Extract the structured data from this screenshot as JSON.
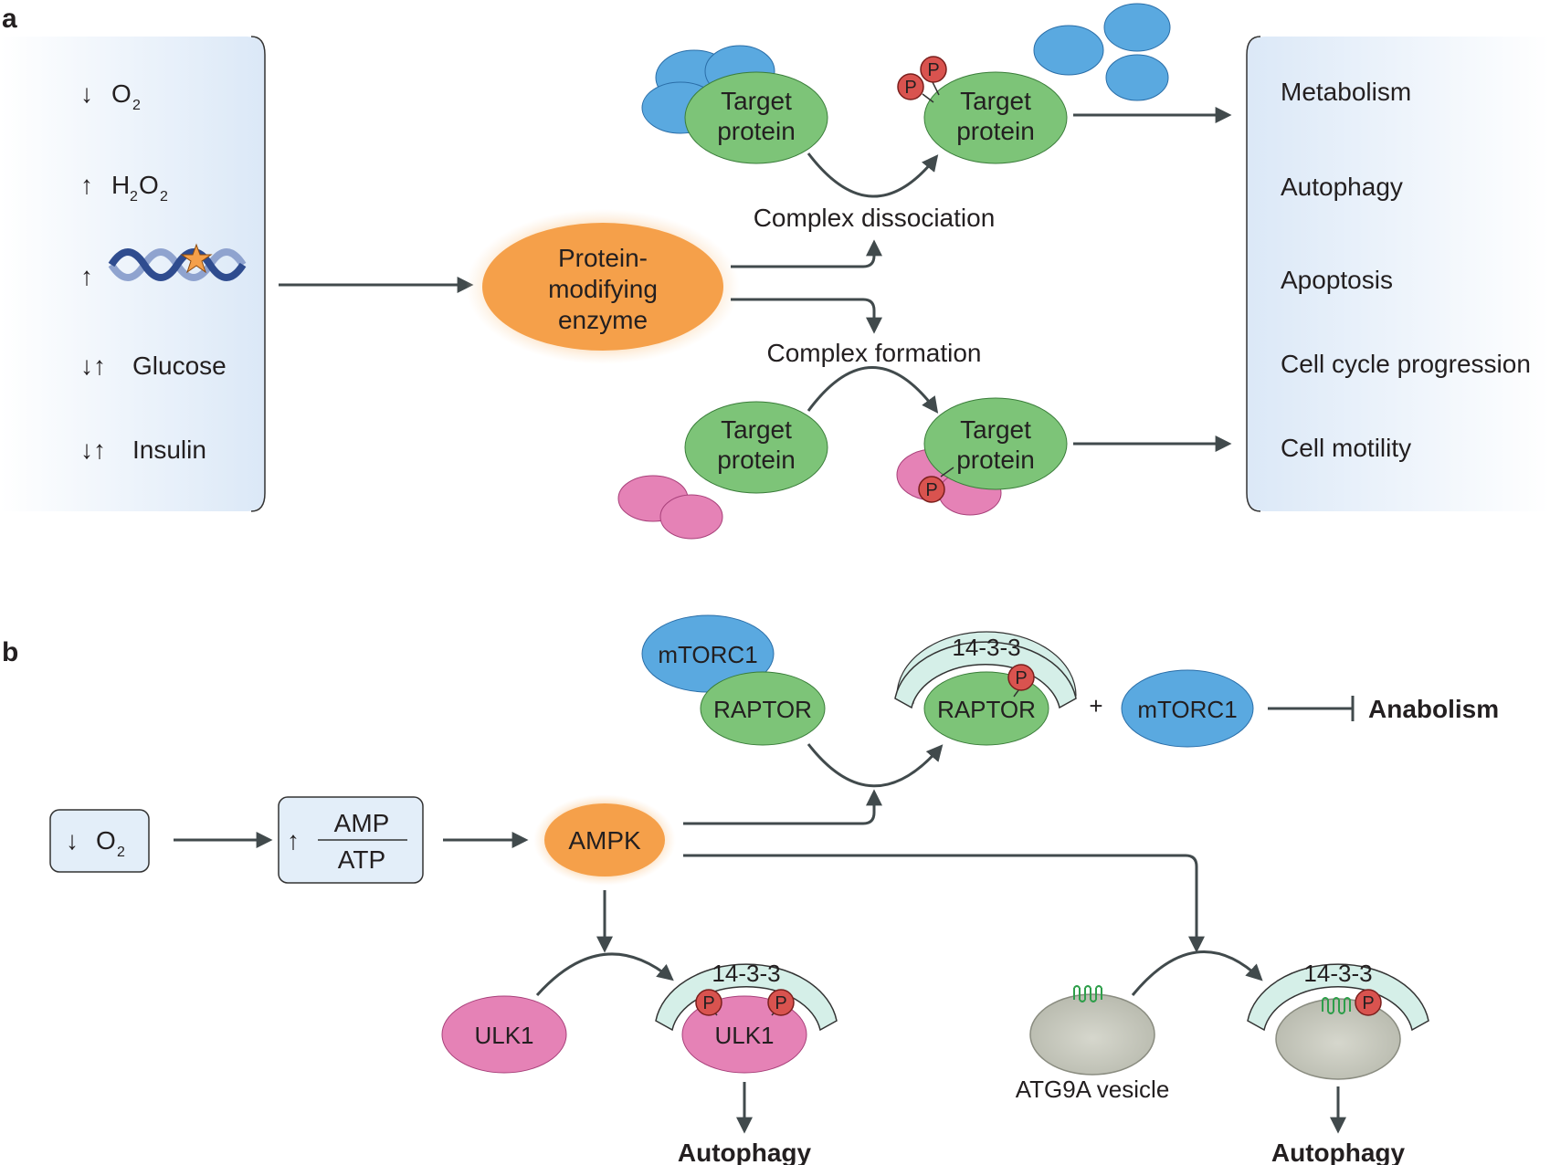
{
  "panels": {
    "a": "a",
    "b": "b"
  },
  "colors": {
    "panel_bg": "#e3eef9",
    "target_green": "#7dc478",
    "blue": "#5aa9e0",
    "pink": "#e582b6",
    "orange": "#f5a04a",
    "phospho": "#d9534f",
    "gray_vesicle": "#c8c9bd",
    "mint": "#d5efe8",
    "arrow": "#414a4c"
  },
  "panel_a": {
    "stimuli": {
      "o2": "O",
      "o2_sub": "2",
      "h2o2_h": "H",
      "h2o2_sub1": "2",
      "h2o2_o": "O",
      "h2o2_sub2": "2",
      "glucose": "Glucose",
      "insulin": "Insulin",
      "arrow_down": "↓",
      "arrow_up": "↑",
      "arrow_both": "↓↑"
    },
    "enzyme": [
      "Protein-",
      "modifying",
      "enzyme"
    ],
    "target": [
      "Target",
      "protein"
    ],
    "phospho": "P",
    "dissociation": "Complex dissociation",
    "formation": "Complex formation",
    "outcomes": [
      "Metabolism",
      "Autophagy",
      "Apoptosis",
      "Cell cycle progression",
      "Cell motility"
    ]
  },
  "panel_b": {
    "o2_arrow": "↓",
    "o2": "O",
    "o2_sub": "2",
    "ratio_arrow": "↑",
    "amp": "AMP",
    "atp": "ATP",
    "ampk": "AMPK",
    "mtorc1": "mTORC1",
    "raptor": "RAPTOR",
    "adaptor": "14-3-3",
    "plus": "+",
    "anabolism": "Anabolism",
    "ulk1": "ULK1",
    "atg9a": "ATG9A vesicle",
    "autophagy": "Autophagy",
    "phospho": "P"
  }
}
